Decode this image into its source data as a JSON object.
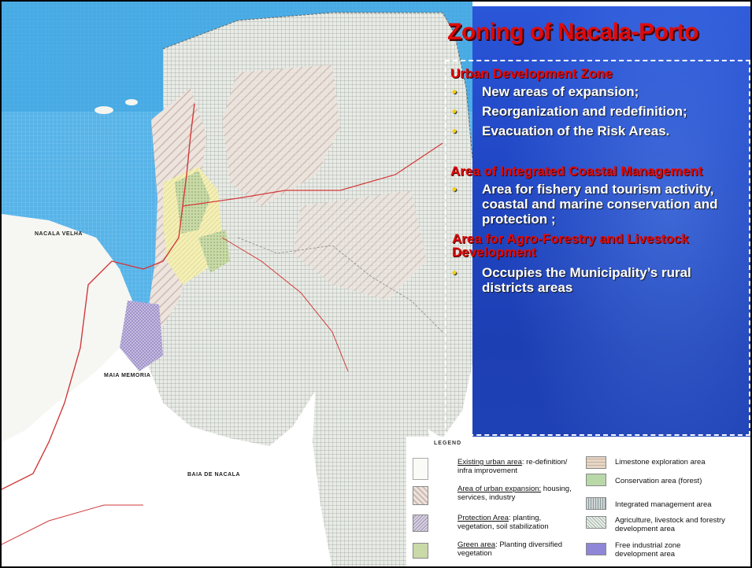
{
  "slide": {
    "title": "Zoning of Nacala-Porto",
    "sections": [
      {
        "heading": "Urban Development Zone",
        "bullets": [
          "New areas of expansion;",
          "Reorganization and redefinition;",
          "Evacuation of the Risk Areas."
        ]
      },
      {
        "heading": "Area of Integrated Coastal Management",
        "bullets": [
          "Area for fishery and tourism activity, coastal and marine conservation and protection ;"
        ]
      },
      {
        "heading": "Area for Agro-Forestry and Livestock Development",
        "bullets": [
          "Occupies the Municipality’s rural districts areas"
        ]
      }
    ]
  },
  "map": {
    "legend_title": "LEGEND",
    "place_labels": [
      "BAIA DE NACALA",
      "NACALA VELHA",
      "MAIA MEMORIA"
    ],
    "legend_left": [
      {
        "underlined": "Existing urban area",
        "rest": ": re-definition/ infra improvement"
      },
      {
        "underlined": "Area of urban expansion:",
        "rest": " housing, services, industry"
      },
      {
        "underlined": "Protection Area",
        "rest": ": planting, vegetation, soil stabilization"
      },
      {
        "underlined": "Green area",
        "rest": ": Planting diversified vegetation"
      }
    ],
    "legend_right": [
      {
        "label": "Limestone exploration area"
      },
      {
        "label": "Conservation area (forest)"
      },
      {
        "label": "Integrated management area"
      },
      {
        "label": "Agriculture, livestock and forestry development area"
      },
      {
        "label": "Free industrial zone development area"
      }
    ],
    "colors": {
      "sea": "#3aa3e0",
      "panel_blue": "#2046c4",
      "title_red": "#e00a0a",
      "bullet_yellow": "#f5d000",
      "roads": "#d23a3a"
    }
  }
}
